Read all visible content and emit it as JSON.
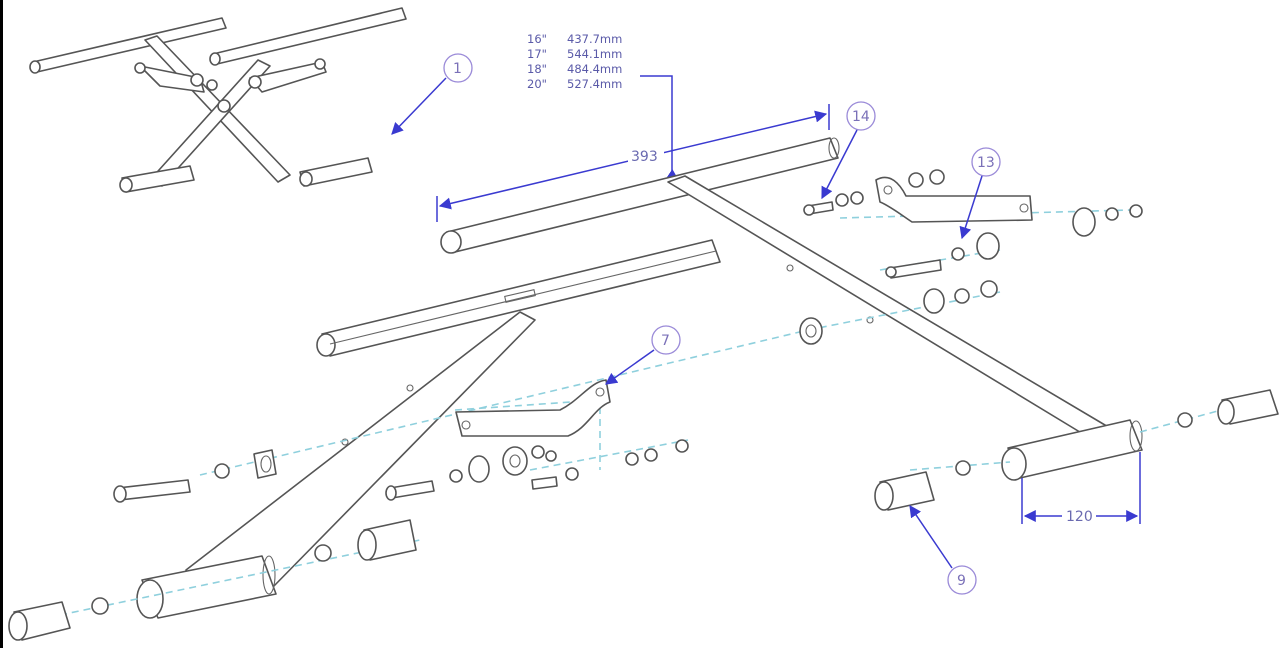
{
  "size_table": [
    {
      "size": "16\"",
      "length": "437.7mm"
    },
    {
      "size": "17\"",
      "length": "544.1mm"
    },
    {
      "size": "18\"",
      "length": "484.4mm"
    },
    {
      "size": "20\"",
      "length": "527.4mm"
    }
  ],
  "dimensions": {
    "top_tube_length": "393",
    "bottom_tube_length": "120"
  },
  "callouts": [
    "1",
    "14",
    "13",
    "7",
    "9"
  ],
  "colors": {
    "line": "#555555",
    "dimension": "#3a3ad0",
    "centerline": "#8fd0dd",
    "balloon": "#9a8ad8"
  }
}
